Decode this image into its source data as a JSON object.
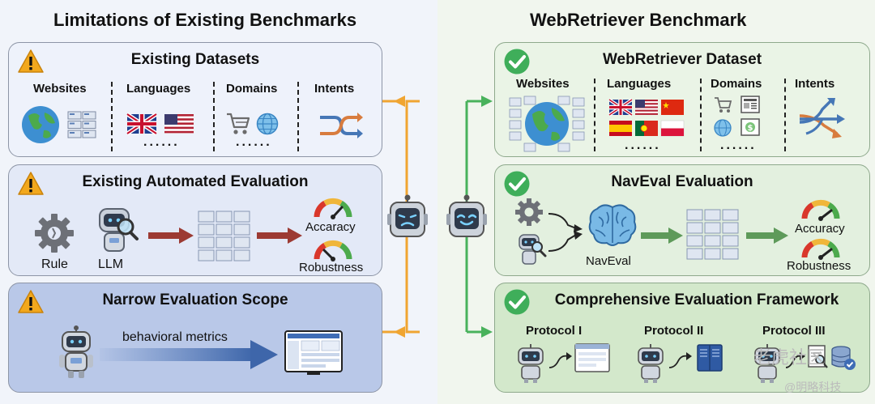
{
  "left": {
    "title": "Limitations of Existing Benchmarks",
    "datasets": {
      "title": "Existing Datasets",
      "columns": [
        "Websites",
        "Languages",
        "Domains",
        "Intents"
      ],
      "ellipsis": "......"
    },
    "evaluation": {
      "title": "Existing Automated Evaluation",
      "rule": "Rule",
      "llm": "LLM",
      "accuracy": "Accaracy",
      "robustness": "Robustness"
    },
    "scope": {
      "title": "Narrow Evaluation Scope",
      "metrics": "behavioral metrics"
    }
  },
  "right": {
    "title": "WebRetriever Benchmark",
    "dataset": {
      "title": "WebRetriever Dataset",
      "columns": [
        "Websites",
        "Languages",
        "Domains",
        "Intents"
      ],
      "ellipsis": "......"
    },
    "naveval": {
      "title": "NavEval Evaluation",
      "brain_label": "NavEval",
      "accuracy": "Accuracy",
      "robustness": "Robustness"
    },
    "framework": {
      "title": "Comprehensive Evaluation Framework",
      "protocols": [
        "Protocol I",
        "Protocol II",
        "Protocol III"
      ]
    }
  },
  "watermark": {
    "site": "老虎社区",
    "handle": "@明略科技"
  },
  "colors": {
    "warning": "#f2a81d",
    "check": "#3fae5a",
    "red_arrow": "#9c3a33",
    "green_arrow": "#5e9a5a",
    "orange_connector": "#f0a531",
    "green_connector": "#49b25c"
  }
}
